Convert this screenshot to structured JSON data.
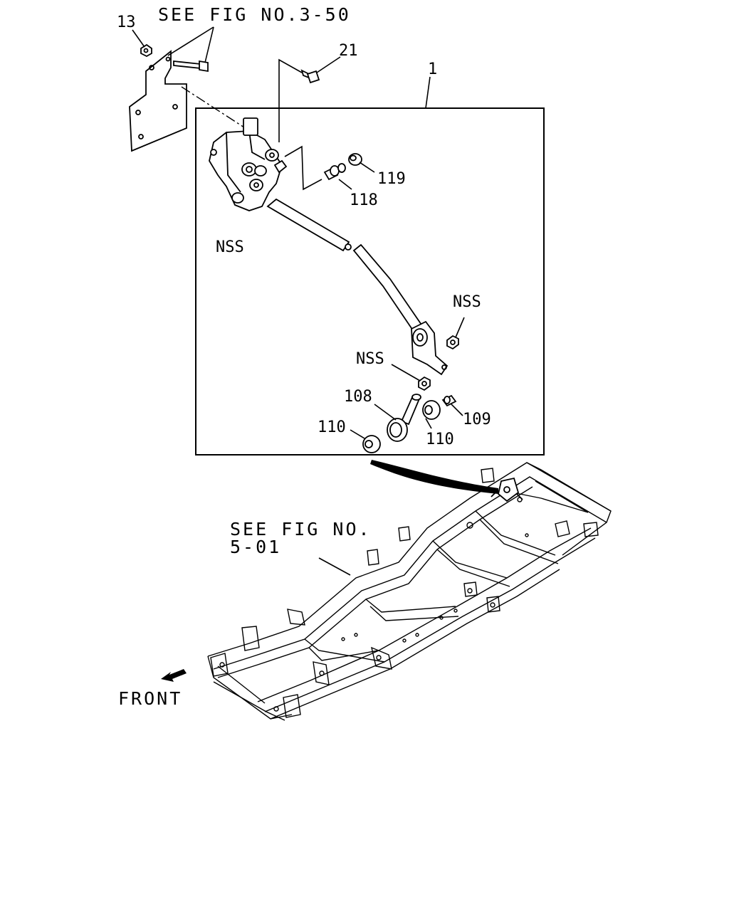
{
  "refs": {
    "see_fig_3_50": "SEE FIG NO.3-50",
    "see_fig_5_01_line1": "SEE FIG NO.",
    "see_fig_5_01_line2": "5-01"
  },
  "callouts": {
    "part_13": "13",
    "part_21": "21",
    "part_1": "1",
    "part_119": "119",
    "part_118": "118",
    "nss_housing": "NSS",
    "nss_right": "NSS",
    "nss_center": "NSS",
    "part_108": "108",
    "part_109": "109",
    "part_110_left": "110",
    "part_110_right": "110"
  },
  "direction": {
    "front_label": "FRONT"
  }
}
